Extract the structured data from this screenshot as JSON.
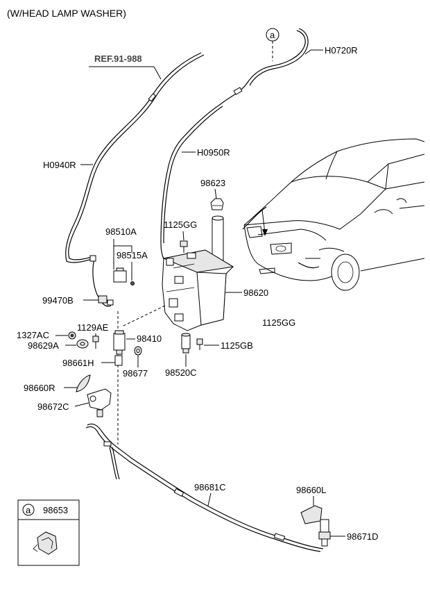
{
  "header": {
    "title": "(W/HEAD LAMP WASHER)"
  },
  "reference": {
    "label": "REF.91-988"
  },
  "callout_marker": "a",
  "parts": {
    "h0720r": "H0720R",
    "h0940r": "H0940R",
    "h0950r": "H0950R",
    "p98623": "98623",
    "p1125gg_top": "1125GG",
    "p98510a": "98510A",
    "p98515a": "98515A",
    "p98620": "98620",
    "p99470b": "99470B",
    "p1125gg_right": "1125GG",
    "p1327ac": "1327AC",
    "p1129ae": "1129AE",
    "p98410": "98410",
    "p98629a": "98629A",
    "p1125gb": "1125GB",
    "p98661h": "98661H",
    "p98677": "98677",
    "p98520c": "98520C",
    "p98660r": "98660R",
    "p98672c": "98672C",
    "p98681c": "98681C",
    "p98660l": "98660L",
    "p98671d": "98671D"
  },
  "legend_box": {
    "marker": "a",
    "part_number": "98653"
  }
}
